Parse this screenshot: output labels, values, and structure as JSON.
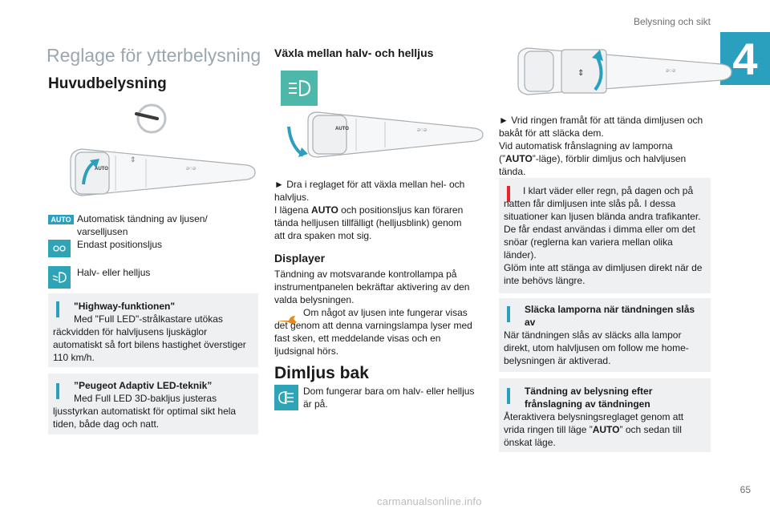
{
  "header": {
    "title": "Belysning och sikt",
    "chapter": "4",
    "page": "65"
  },
  "watermark": "carmanualsonline.info",
  "col1": {
    "title": "Reglage för ytterbelysning",
    "subtitle": "Huvudbelysning",
    "legend": [
      {
        "icon": "AUTO",
        "text": "Automatisk tändning av ljusen/ varselljusen"
      },
      {
        "icon": "position-lights",
        "text": "Endast positionsljus"
      },
      {
        "icon": "beam",
        "text": "Halv- eller helljus"
      }
    ],
    "info1": {
      "title": "\"Highway-funktionen\"",
      "body": "Med \"Full LED\"-strålkastare utökas räckvidden för halvljusens ljuskäglor automatiskt så fort bilens hastighet överstiger 110 km/h."
    },
    "info2": {
      "title": "”Peugeot Adaptiv LED-teknik”",
      "body": "Med Full LED 3D-bakljus justeras ljusstyrkan automatiskt för optimal sikt hela tiden, både dag och natt."
    }
  },
  "col2": {
    "title": "Växla mellan halv- och helljus",
    "body1": "► Dra i reglaget för att växla mellan hel- och halvljus.",
    "body2a": "I lägena ",
    "body2b": "AUTO",
    "body2c": " och positionsljus kan föraren tända helljusen tillfälligt (helljusblink) genom att dra spaken mot sig.",
    "displayer_title": "Displayer",
    "displayer_body": "Tändning av motsvarande kontrollampa på instrumentpanelen bekräftar aktivering av den valda belysningen.",
    "warning_body": "Om något av ljusen inte fungerar visas det genom att denna varningslampa lyser med fast sken, ett meddelande visas och en ljudsignal hörs.",
    "rear_fog_title": "Dimljus bak",
    "rear_fog_body": "Dom fungerar bara om halv- eller helljus är på."
  },
  "col3": {
    "body1": "► Vrid ringen framåt för att tända dimljusen och bakåt för att släcka dem.",
    "body2a": "Vid automatisk frånslagning av lamporna (”",
    "body2b": "AUTO",
    "body2c": "”-läge), förblir dimljus och halvljusen tända.",
    "warn_line1": "I klart väder eller regn, på dagen och på natten får dimljusen inte slås på. I dessa situationer kan ljusen blända andra trafikanter. De får endast användas i dimma eller om det snöar (reglerna kan variera mellan olika länder).",
    "warn_line2": "Glöm inte att stänga av dimljusen direkt när de inte behövs längre.",
    "info3": {
      "title": "Släcka lamporna när tändningen slås av",
      "body": "När tändningen slås av släcks alla lampor direkt, utom halvljusen om follow me home-belysningen är aktiverad."
    },
    "info4": {
      "title": "Tändning av belysning efter frånslagning av tändningen",
      "body_a": "Återaktivera belysningsreglaget genom att vrida ringen till läge ”",
      "body_b": "AUTO",
      "body_c": "” och sedan till önskat läge."
    }
  },
  "colors": {
    "accent": "#2a9fbe",
    "warning": "#e8232a",
    "info_bg": "#eef0f1",
    "title_grey": "#9aa7b0"
  }
}
